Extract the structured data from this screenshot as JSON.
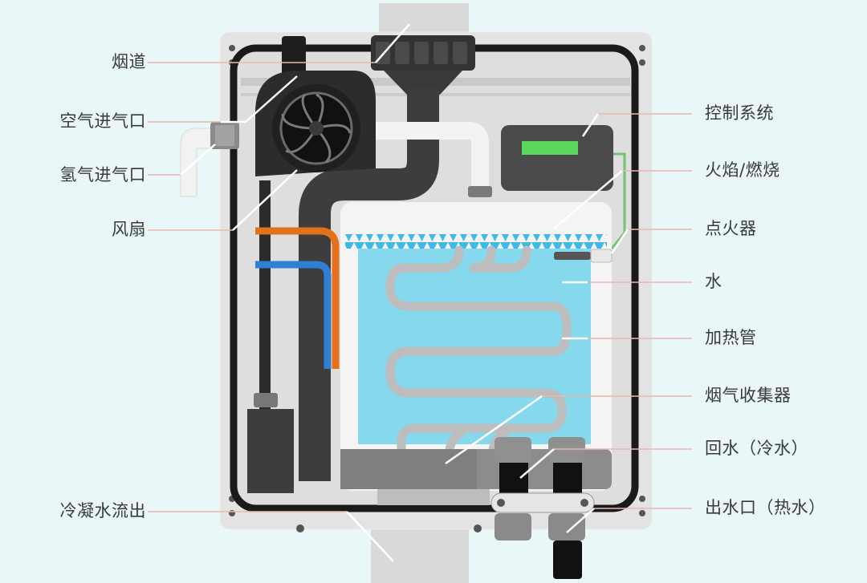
{
  "labels": {
    "flue": "烟道",
    "air_inlet": "空气进气口",
    "hydrogen_inlet": "氢气进气口",
    "fan": "风扇",
    "condensate_outflow": "冷凝水流出",
    "control_system": "控制系统",
    "flame_combustion": "火焰/燃烧",
    "igniter": "点火器",
    "water": "水",
    "heating_tube": "加热管",
    "flue_gas_collector": "烟气收集器",
    "return_water": "回水（冷水）",
    "water_outlet": "出水口（热水）"
  },
  "colors": {
    "background": "#e9f7f9",
    "housing": "#dcdcdc",
    "frame": "#1a1a1a",
    "water": "#86d9ec",
    "display": "#5cd65c",
    "flame": "#3fb8e6",
    "hot_pipe": "#e4711a",
    "cold_pipe": "#2f7fd3",
    "leader_line": "#e8b9ab"
  }
}
